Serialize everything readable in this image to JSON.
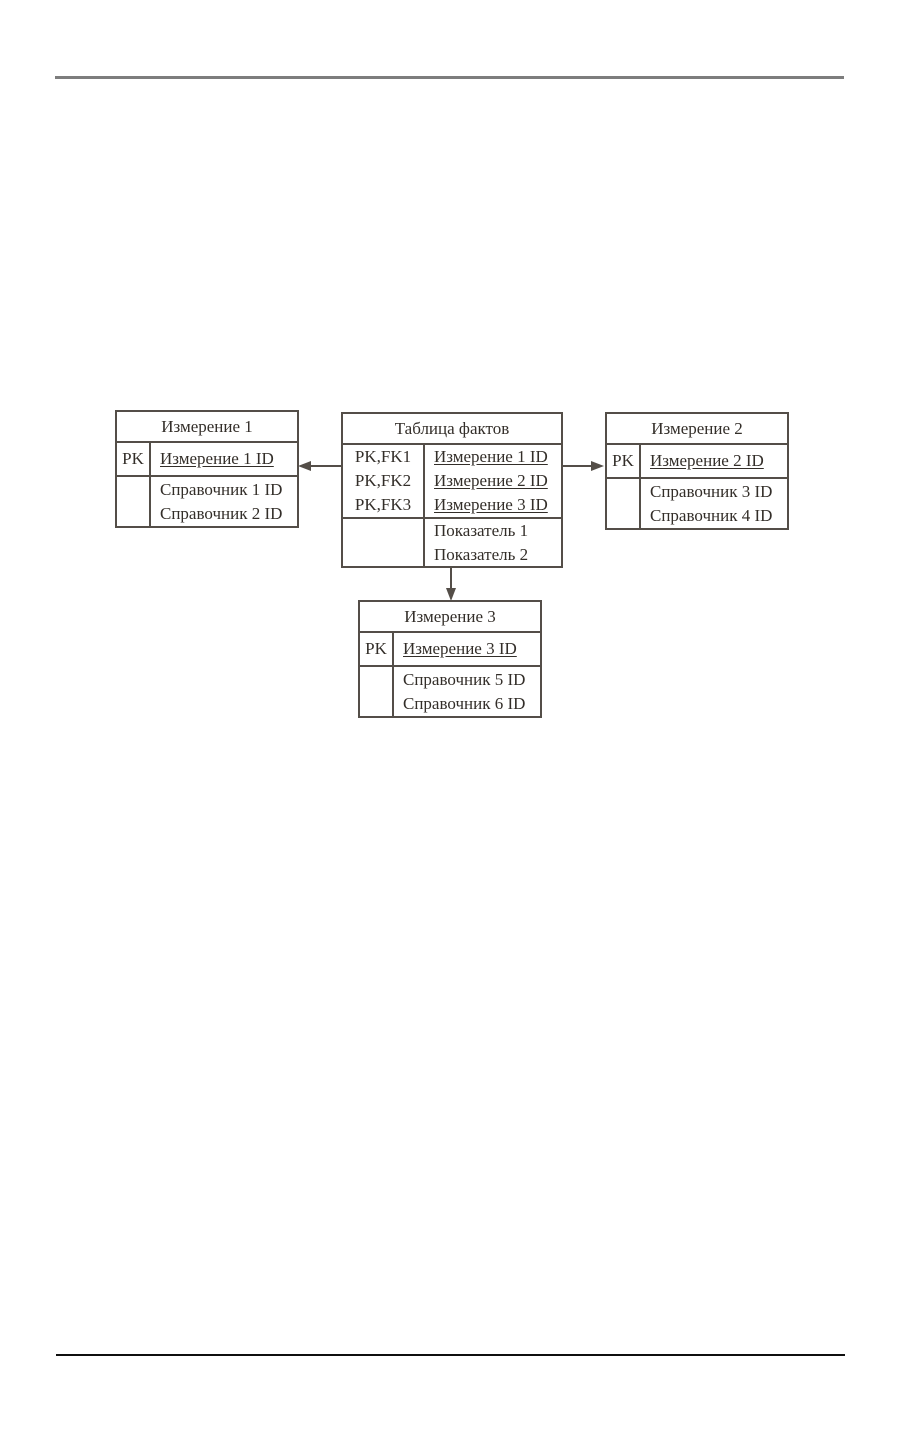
{
  "page": {
    "background": "#ffffff",
    "rules": {
      "top_color": "#7d7d7d",
      "bottom_color": "#0f0f0f"
    }
  },
  "diagram": {
    "type": "star-schema-er-diagram",
    "border_color": "#544e48",
    "text_color": "#332e29",
    "tables": {
      "dim1": {
        "title": "Измерение 1",
        "key_label": "PK",
        "key_field": "Измерение 1 ID",
        "fields": [
          "Справочник 1 ID",
          "Справочник 2 ID"
        ]
      },
      "fact": {
        "title": "Таблица фактов",
        "key_labels": [
          "PK,FK1",
          "PK,FK2",
          "PK,FK3"
        ],
        "key_fields": [
          "Измерение 1 ID",
          "Измерение 2 ID",
          "Измерение 3 ID"
        ],
        "fields": [
          "Показатель 1",
          "Показатель 2"
        ]
      },
      "dim2": {
        "title": "Измерение 2",
        "key_label": "PK",
        "key_field": "Измерение 2 ID",
        "fields": [
          "Справочник 3 ID",
          "Справочник 4 ID"
        ]
      },
      "dim3": {
        "title": "Измерение 3",
        "key_label": "PK",
        "key_field": "Измерение 3 ID",
        "fields": [
          "Справочник 5 ID",
          "Справочник 6 ID"
        ]
      }
    },
    "relations": [
      {
        "from": "fact",
        "to": "dim1",
        "direction": "left"
      },
      {
        "from": "fact",
        "to": "dim2",
        "direction": "right"
      },
      {
        "from": "fact",
        "to": "dim3",
        "direction": "down"
      }
    ]
  }
}
